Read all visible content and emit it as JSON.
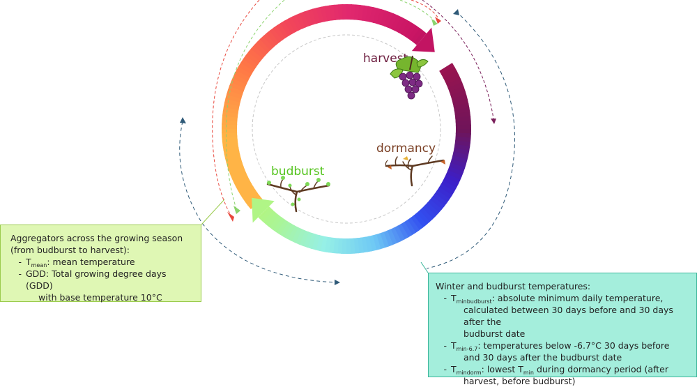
{
  "stages": {
    "harvest": "harvest",
    "dormancy": "dormancy",
    "budburst": "budburst"
  },
  "colors": {
    "harvest_label": "#6b1b3d",
    "dormancy_label": "#7a3f24",
    "budburst_label": "#55c41f",
    "green_box_fill": "#dff7b4",
    "teal_box_fill": "#a4eedc"
  },
  "growing_box": {
    "title_line1": "Aggregators across the growing season",
    "title_line2": "(from budburst to harvest):",
    "tmean_symbol": "T",
    "tmean_sub": "mean",
    "tmean_desc": ": mean temperature",
    "gdd_line1": "GDD: Total growing degree days (GDD)",
    "gdd_line2": "with base temperature 10°C"
  },
  "winter_box": {
    "title": "Winter and budburst temperatures:",
    "item1_symbol": "T",
    "item1_sub": "minbudburst",
    "item1_line1": ": absolute minimum daily temperature,",
    "item1_line2": "calculated between 30 days before and 30 days after the",
    "item1_line3": "budburst date",
    "item2_symbol": "T",
    "item2_sub": "min-6.7",
    "item2_line1": ": temperatures below -6.7°C 30 days before",
    "item2_line2": "and 30 days after the budburst date",
    "item3_symbol": "T",
    "item3_sub": "mindorm",
    "item3_mid": ": lowest T",
    "item3_sub2": "min",
    "item3_line1": " during dormancy period (after",
    "item3_line2": "harvest, before budburst)"
  }
}
